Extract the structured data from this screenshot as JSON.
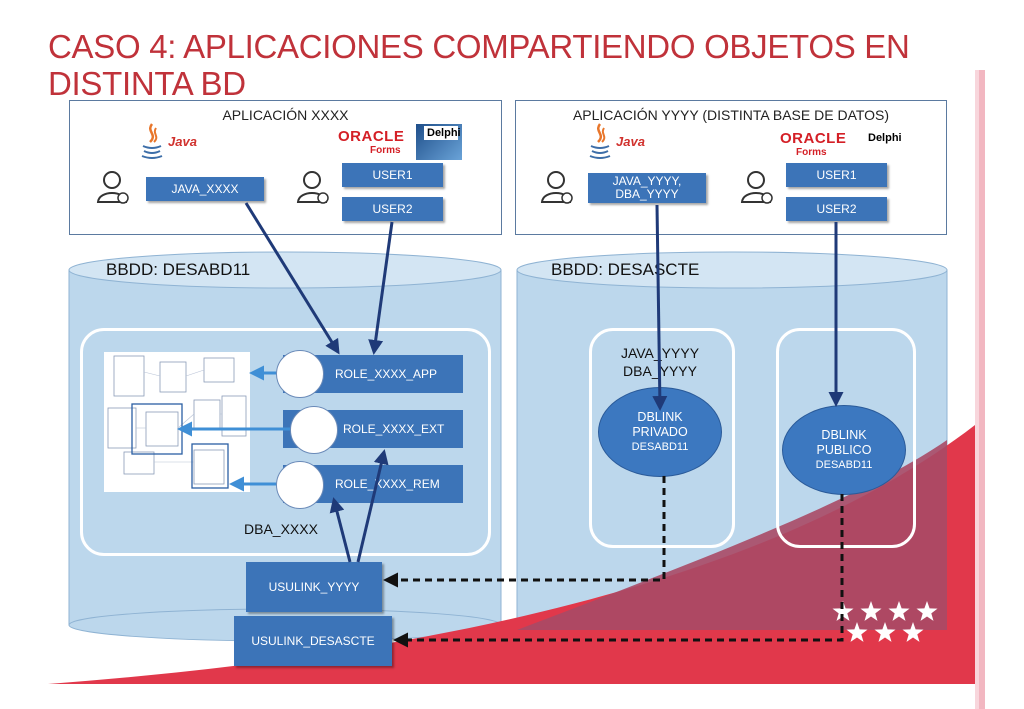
{
  "title": "CASO 4: APLICACIONES COMPARTIENDO OBJETOS EN DISTINTA BD",
  "app_left": {
    "title": "APLICACIÓN XXXX",
    "java_logo": "Java",
    "oracle_logo": "ORACLE",
    "forms_logo": "Forms",
    "delphi_logo": "Delphi",
    "java_user": "JAVA_XXXX",
    "user1": "USER1",
    "user2": "USER2"
  },
  "app_right": {
    "title": "APLICACIÓN YYYY (DISTINTA BASE DE DATOS)",
    "java_logo": "Java",
    "oracle_logo": "ORACLE",
    "forms_logo": "Forms",
    "delphi_logo": "Delphi",
    "java_user_line1": "JAVA_YYYY,",
    "java_user_line2": "DBA_YYYY",
    "user1": "USER1",
    "user2": "USER2"
  },
  "db_left": {
    "title": "BBDD: DESABD11",
    "roles": [
      "ROLE_XXXX_APP",
      "ROLE_XXXX_EXT",
      "ROLE_XXXX_REM"
    ],
    "owner": "DBA_XXXX",
    "usulink_yyyy": "USULINK_YYYY",
    "usulink_desascte": "USULINK_DESASCTE"
  },
  "db_right": {
    "title": "BBDD: DESASCTE",
    "schema_line1": "JAVA_YYYY",
    "schema_line2": "DBA_YYYY",
    "private_link": {
      "line1": "DBLINK",
      "line2": "PRIVADO",
      "line3": "DESABD11"
    },
    "public_link": {
      "line1": "DBLINK",
      "line2": "PUBLICO",
      "line3": "DESABD11"
    }
  },
  "colors": {
    "title": "#c0323a",
    "db_fill": "#bcd7ec",
    "db_stroke": "#8fb3d3",
    "button": "#3c74b8",
    "arrow": "#1f3a78",
    "link_arrow": "#3f8fd6",
    "red_wedge": "#e1384b",
    "dark_wedge": "#a84a66"
  },
  "icons": [
    "user-icon",
    "java-logo-icon",
    "oracle-forms-logo-icon",
    "delphi-logo-icon",
    "star-icon"
  ]
}
